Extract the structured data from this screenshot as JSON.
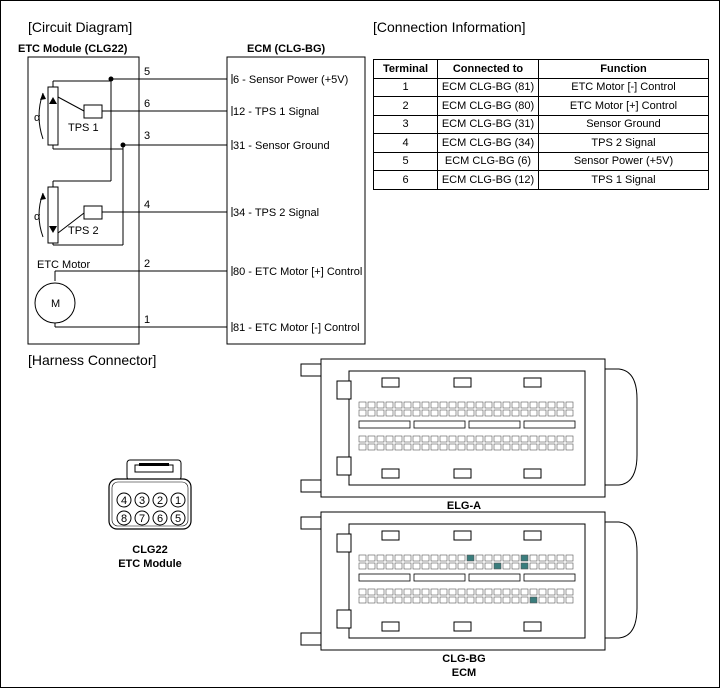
{
  "sections": {
    "circuit": "[Circuit Diagram]",
    "connection": "[Connection Information]",
    "harness": "[Harness Connector]"
  },
  "circuit": {
    "etc_module_title": "ETC Module (CLG22)",
    "ecm_title": "ECM (CLG-BG)",
    "tps1_label": "TPS 1",
    "tps2_label": "TPS 2",
    "etc_motor_label": "ETC Motor",
    "motor_symbol": "M",
    "alpha": "α",
    "wires": [
      {
        "terminal": "5",
        "ecm_pin": "6",
        "ecm_label": " - Sensor Power (+5V)"
      },
      {
        "terminal": "6",
        "ecm_pin": "12",
        "ecm_label": " - TPS 1 Signal"
      },
      {
        "terminal": "3",
        "ecm_pin": "31",
        "ecm_label": " - Sensor Ground"
      },
      {
        "terminal": "4",
        "ecm_pin": "34",
        "ecm_label": " - TPS 2 Signal"
      },
      {
        "terminal": "2",
        "ecm_pin": "80",
        "ecm_label": " - ETC Motor [+] Control"
      },
      {
        "terminal": "1",
        "ecm_pin": "81",
        "ecm_label": " - ETC Motor [-] Control"
      }
    ]
  },
  "connection_table": {
    "headers": [
      "Terminal",
      "Connected to",
      "Function"
    ],
    "rows": [
      [
        "1",
        "ECM CLG-BG (81)",
        "ETC Motor [-] Control"
      ],
      [
        "2",
        "ECM CLG-BG (80)",
        "ETC Motor [+] Control"
      ],
      [
        "3",
        "ECM CLG-BG (31)",
        "Sensor Ground"
      ],
      [
        "4",
        "ECM CLG-BG (34)",
        "TPS 2 Signal"
      ],
      [
        "5",
        "ECM CLG-BG (6)",
        "Sensor Power (+5V)"
      ],
      [
        "6",
        "ECM CLG-BG (12)",
        "TPS 1 Signal"
      ]
    ]
  },
  "harness": {
    "clg22_pins_top": [
      "4",
      "3",
      "2",
      "1"
    ],
    "clg22_pins_bottom": [
      "8",
      "7",
      "6",
      "5"
    ],
    "clg22_name": "CLG22",
    "clg22_desc": "ETC Module",
    "elga_name": "ELG-A",
    "clgbg_name": "CLG-BG",
    "clgbg_desc": "ECM"
  },
  "colors": {
    "line": "#000000",
    "pin_highlight": "#3a7d7d"
  }
}
